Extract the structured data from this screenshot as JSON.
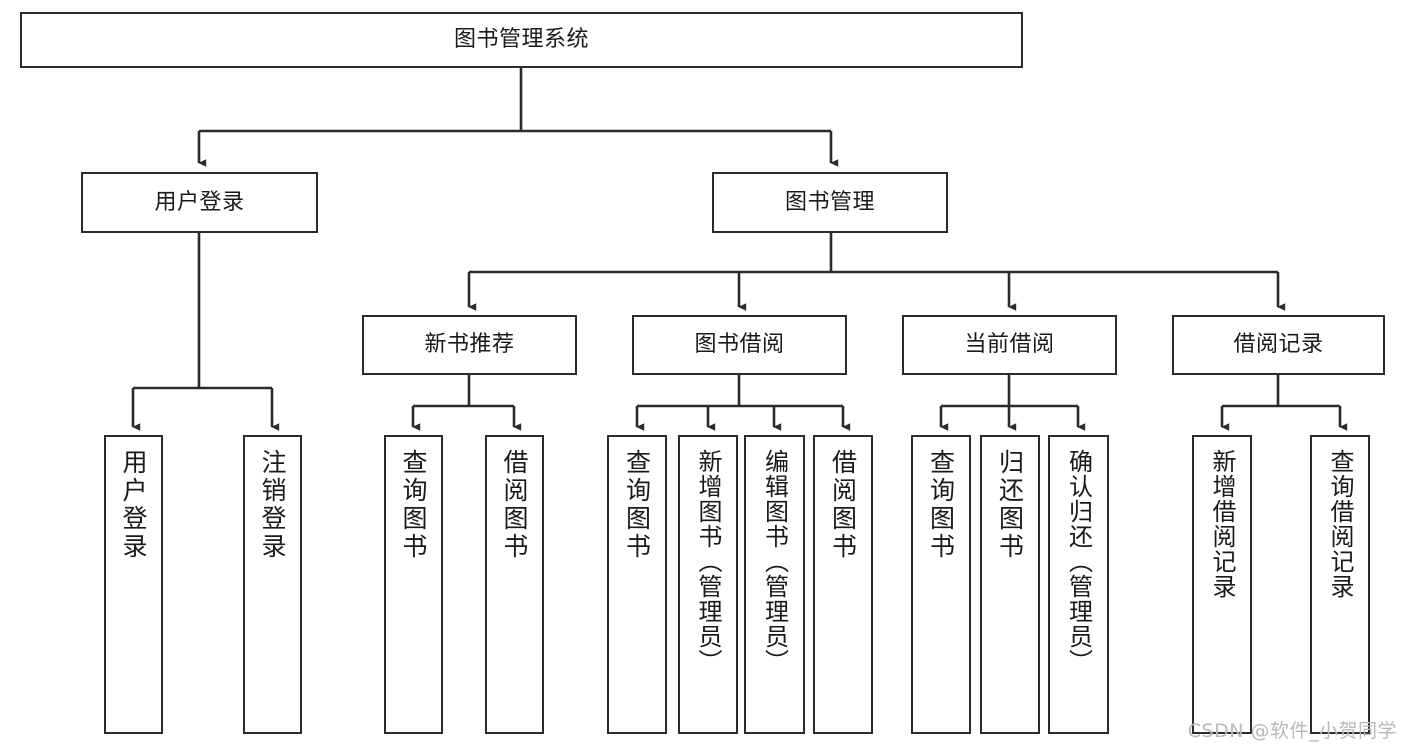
{
  "diagram": {
    "title": "图书管理系统",
    "type": "hierarchy-tree",
    "watermark": "CSDN @软件_小贺同学",
    "line_color": "#2b2b2b",
    "box_fill": "#ffffff",
    "text_color": "#1a1a1a",
    "watermark_color": "#b9b9b9"
  },
  "nodes": {
    "root": {
      "label": "图书管理系统",
      "level": 1
    },
    "l2": [
      {
        "id": "user-login",
        "label": "用户登录"
      },
      {
        "id": "book-manage",
        "label": "图书管理"
      }
    ],
    "l3": [
      {
        "id": "new-book-rec",
        "label": "新书推荐"
      },
      {
        "id": "book-borrow",
        "label": "图书借阅"
      },
      {
        "id": "current-borrow",
        "label": "当前借阅"
      },
      {
        "id": "borrow-record",
        "label": "借阅记录"
      }
    ],
    "leaves": {
      "user_login": [
        {
          "id": "leaf-user-login",
          "label": "用户登录"
        },
        {
          "id": "leaf-logout",
          "label": "注销登录"
        }
      ],
      "new_book_rec": [
        {
          "id": "leaf-query-book-1",
          "label": "查询图书"
        },
        {
          "id": "leaf-borrow-book-1",
          "label": "借阅图书"
        }
      ],
      "book_borrow": [
        {
          "id": "leaf-query-book-2",
          "label": "查询图书"
        },
        {
          "id": "leaf-add-book",
          "label": "新增图书（管理员）"
        },
        {
          "id": "leaf-edit-book",
          "label": "编辑图书（管理员）"
        },
        {
          "id": "leaf-borrow-book-2",
          "label": "借阅图书"
        }
      ],
      "current_borrow": [
        {
          "id": "leaf-query-book-3",
          "label": "查询图书"
        },
        {
          "id": "leaf-return-book",
          "label": "归还图书"
        },
        {
          "id": "leaf-confirm-return",
          "label": "确认归还（管理员）"
        }
      ],
      "borrow_record": [
        {
          "id": "leaf-add-record",
          "label": "新增借阅记录"
        },
        {
          "id": "leaf-query-record",
          "label": "查询借阅记录"
        }
      ]
    }
  }
}
